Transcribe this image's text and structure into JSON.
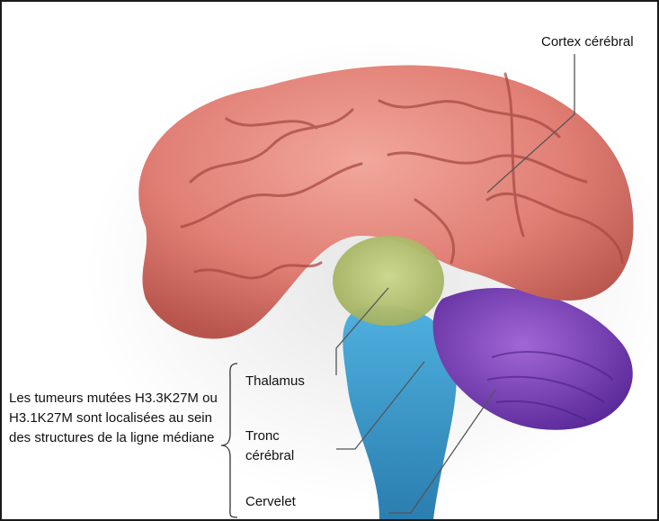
{
  "labels": {
    "cortex": "Cortex cérébral",
    "thalamus": "Thalamus",
    "tronc": "Tronc cérébral",
    "cervelet": "Cervelet"
  },
  "note": "Les tumeurs mutées H3.3K27M ou H3.1K27M sont localisées au sein des structures de la ligne médiane",
  "colors": {
    "cortex": "#e07e74",
    "cortex_dark": "#b7554d",
    "thalamus": "#b6c274",
    "brainstem": "#3a9ccf",
    "cerebellum": "#7a3fb5",
    "border": "#1a1a1a"
  }
}
